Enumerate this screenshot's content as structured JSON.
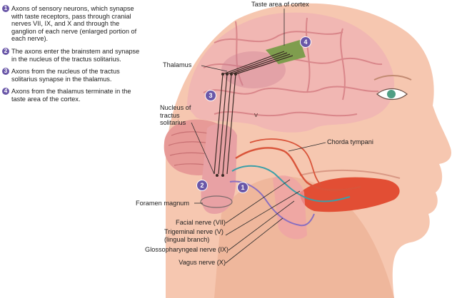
{
  "steps": [
    {
      "num": "1",
      "text": "Axons of sensory neurons, which synapse with taste receptors, pass through cranial nerves VII, IX, and X and through the ganglion of each nerve (enlarged portion of each nerve)."
    },
    {
      "num": "2",
      "text": "The axons enter the brainstem and synapse in the nucleus of the tractus solitarius."
    },
    {
      "num": "3",
      "text": "Axons from the nucleus of the tractus solitarius synapse in the thalamus."
    },
    {
      "num": "4",
      "text": "Axons from the thalamus terminate in the taste area of the cortex."
    }
  ],
  "labels": {
    "taste_area": "Taste area of cortex",
    "thalamus": "Thalamus",
    "nucleus": "Nucleus of tractus solitarius",
    "chorda_tympani": "Chorda tympani",
    "foramen_magnum": "Foramen magnum",
    "facial_nerve": "Facial nerve (VII)",
    "trigeminal_nerve": "Trigeminal nerve (V) (lingual branch)",
    "glossopharyngeal_nerve": "Glossopharyngeal nerve (IX)",
    "vagus_nerve": "Vagus nerve (X)",
    "v_mark": "V"
  },
  "badges": {
    "b1": "1",
    "b2": "2",
    "b3": "3",
    "b4": "4"
  },
  "colors": {
    "skin": "#f6c7b0",
    "skin_shadow": "#e9a98d",
    "brain": "#f1b7b3",
    "brain_gyri": "#d9868a",
    "cerebellum": "#e79a97",
    "brainstem": "#e8a1a4",
    "tongue": "#e24e34",
    "taste_area": "#7f9d4e",
    "pathway": "#3a2a24",
    "nerve_facial": "#d9543a",
    "nerve_glosso": "#3a9fa8",
    "nerve_vagus": "#8a6fc0",
    "badge": "#6a57a8",
    "eye": "#4f9e84"
  }
}
